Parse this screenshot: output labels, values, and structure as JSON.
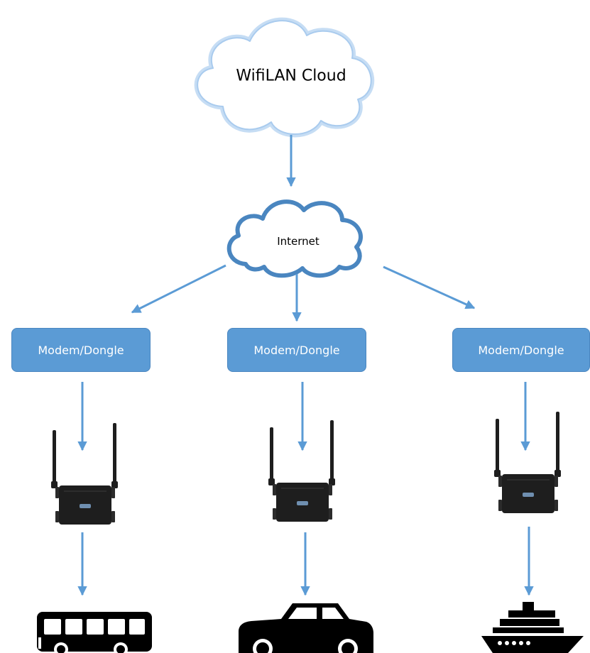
{
  "diagram": {
    "top_cloud": {
      "label": "WifiLAN Cloud"
    },
    "internet_cloud": {
      "label": "Internet"
    },
    "branches": [
      {
        "modem_label": "Modem/Dongle",
        "router_icon": "router-icon",
        "vehicle_icon": "bus-icon"
      },
      {
        "modem_label": "Modem/Dongle",
        "router_icon": "router-icon",
        "vehicle_icon": "car-icon"
      },
      {
        "modem_label": "Modem/Dongle",
        "router_icon": "router-icon",
        "vehicle_icon": "ship-icon"
      }
    ]
  },
  "colors": {
    "arrow": "#5b9bd5",
    "modem_fill": "#5b9bd5",
    "modem_text": "#ffffff",
    "top_cloud_outline": "#bfd9f2",
    "internet_cloud_outline": "#4a86c0",
    "vehicle": "#000000",
    "router": "#1e1e1e"
  }
}
